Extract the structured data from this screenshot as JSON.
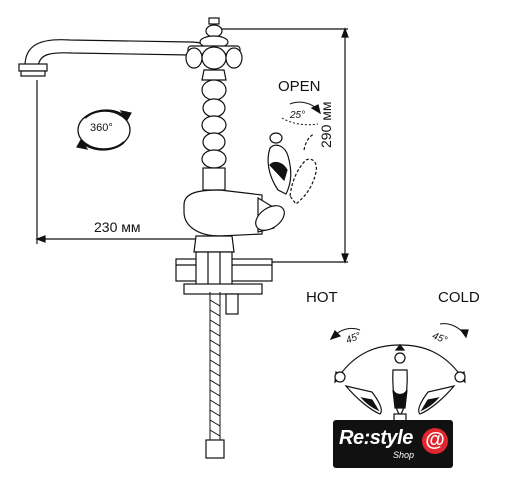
{
  "labels": {
    "open": "OPEN",
    "angle_open": "25°",
    "rotation": "360°",
    "height": "290 мм",
    "reach": "230 мм",
    "hot": "HOT",
    "cold": "COLD",
    "angle_hot": "45°",
    "angle_cold": "45°"
  },
  "logo": {
    "main": "Re:style",
    "sub": "Shop",
    "mark": "@",
    "accent_color": "#e0262f"
  },
  "colors": {
    "line": "#111111",
    "background": "#ffffff"
  }
}
